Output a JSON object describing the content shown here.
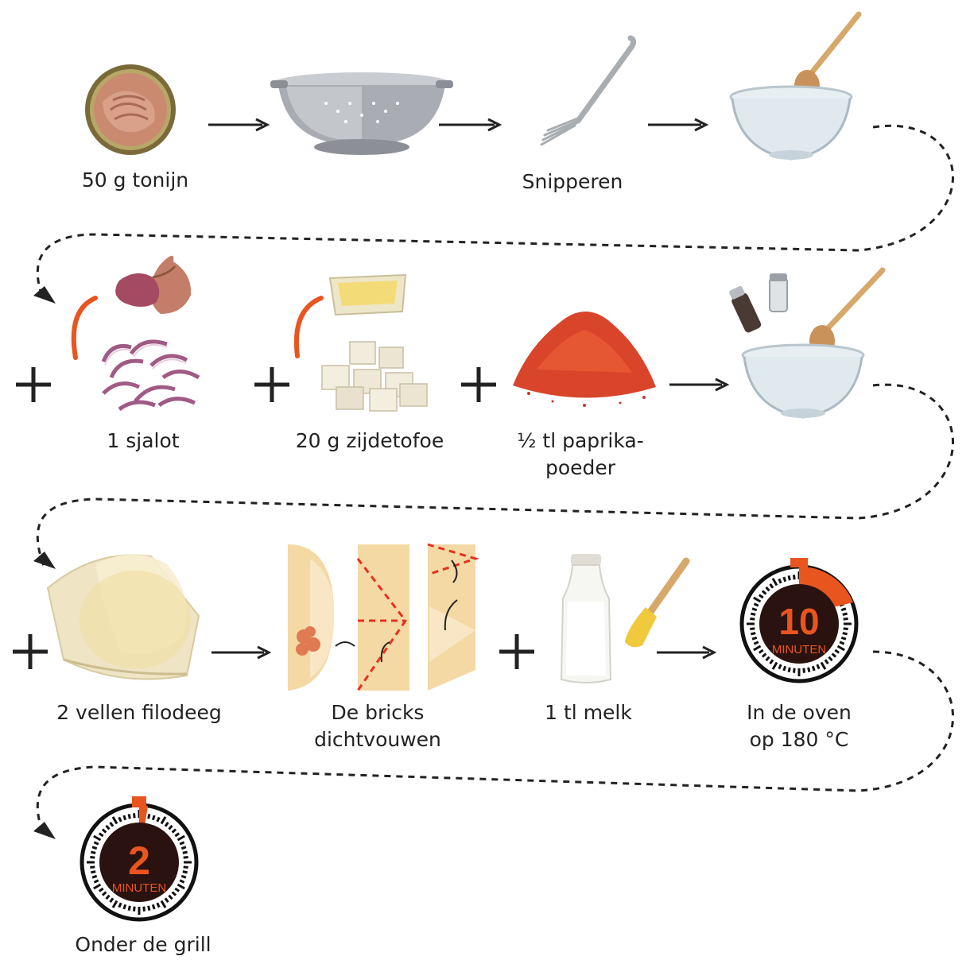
{
  "steps": {
    "tuna": "50 g tonijn",
    "chop": "Snipperen",
    "shallot": "1 sjalot",
    "tofu": "20 g zijdetofoe",
    "paprika_line1": "½ tl paprika-",
    "paprika_line2": "poeder",
    "filo": "2 vellen filodeeg",
    "fold_line1": "De bricks",
    "fold_line2": "dichtvouwen",
    "milk": "1 tl melk",
    "oven_line1": "In de oven",
    "oven_line2": "op 180 °C",
    "grill": "Onder de grill"
  },
  "timers": {
    "oven": {
      "value": "10",
      "unit": "MINUTEN"
    },
    "grill": {
      "value": "2",
      "unit": "MINUTEN"
    }
  },
  "icons": {
    "tuna": "tuna-can-icon",
    "colander": "colander-icon",
    "fork": "fork-icon",
    "bowl": "mixing-bowl-icon",
    "shallot": "shallot-icon",
    "tofu": "tofu-icon",
    "paprika": "paprika-powder-icon",
    "pepper_salt": "salt-pepper-mill-icon",
    "filo": "filo-dough-icon",
    "fold": "fold-diagram-icon",
    "milk": "milk-bottle-icon",
    "brush": "pastry-brush-icon",
    "timer": "stopwatch-icon"
  },
  "colors": {
    "accent": "#e8551f",
    "timer_face": "#2a1210",
    "text": "#222222"
  }
}
